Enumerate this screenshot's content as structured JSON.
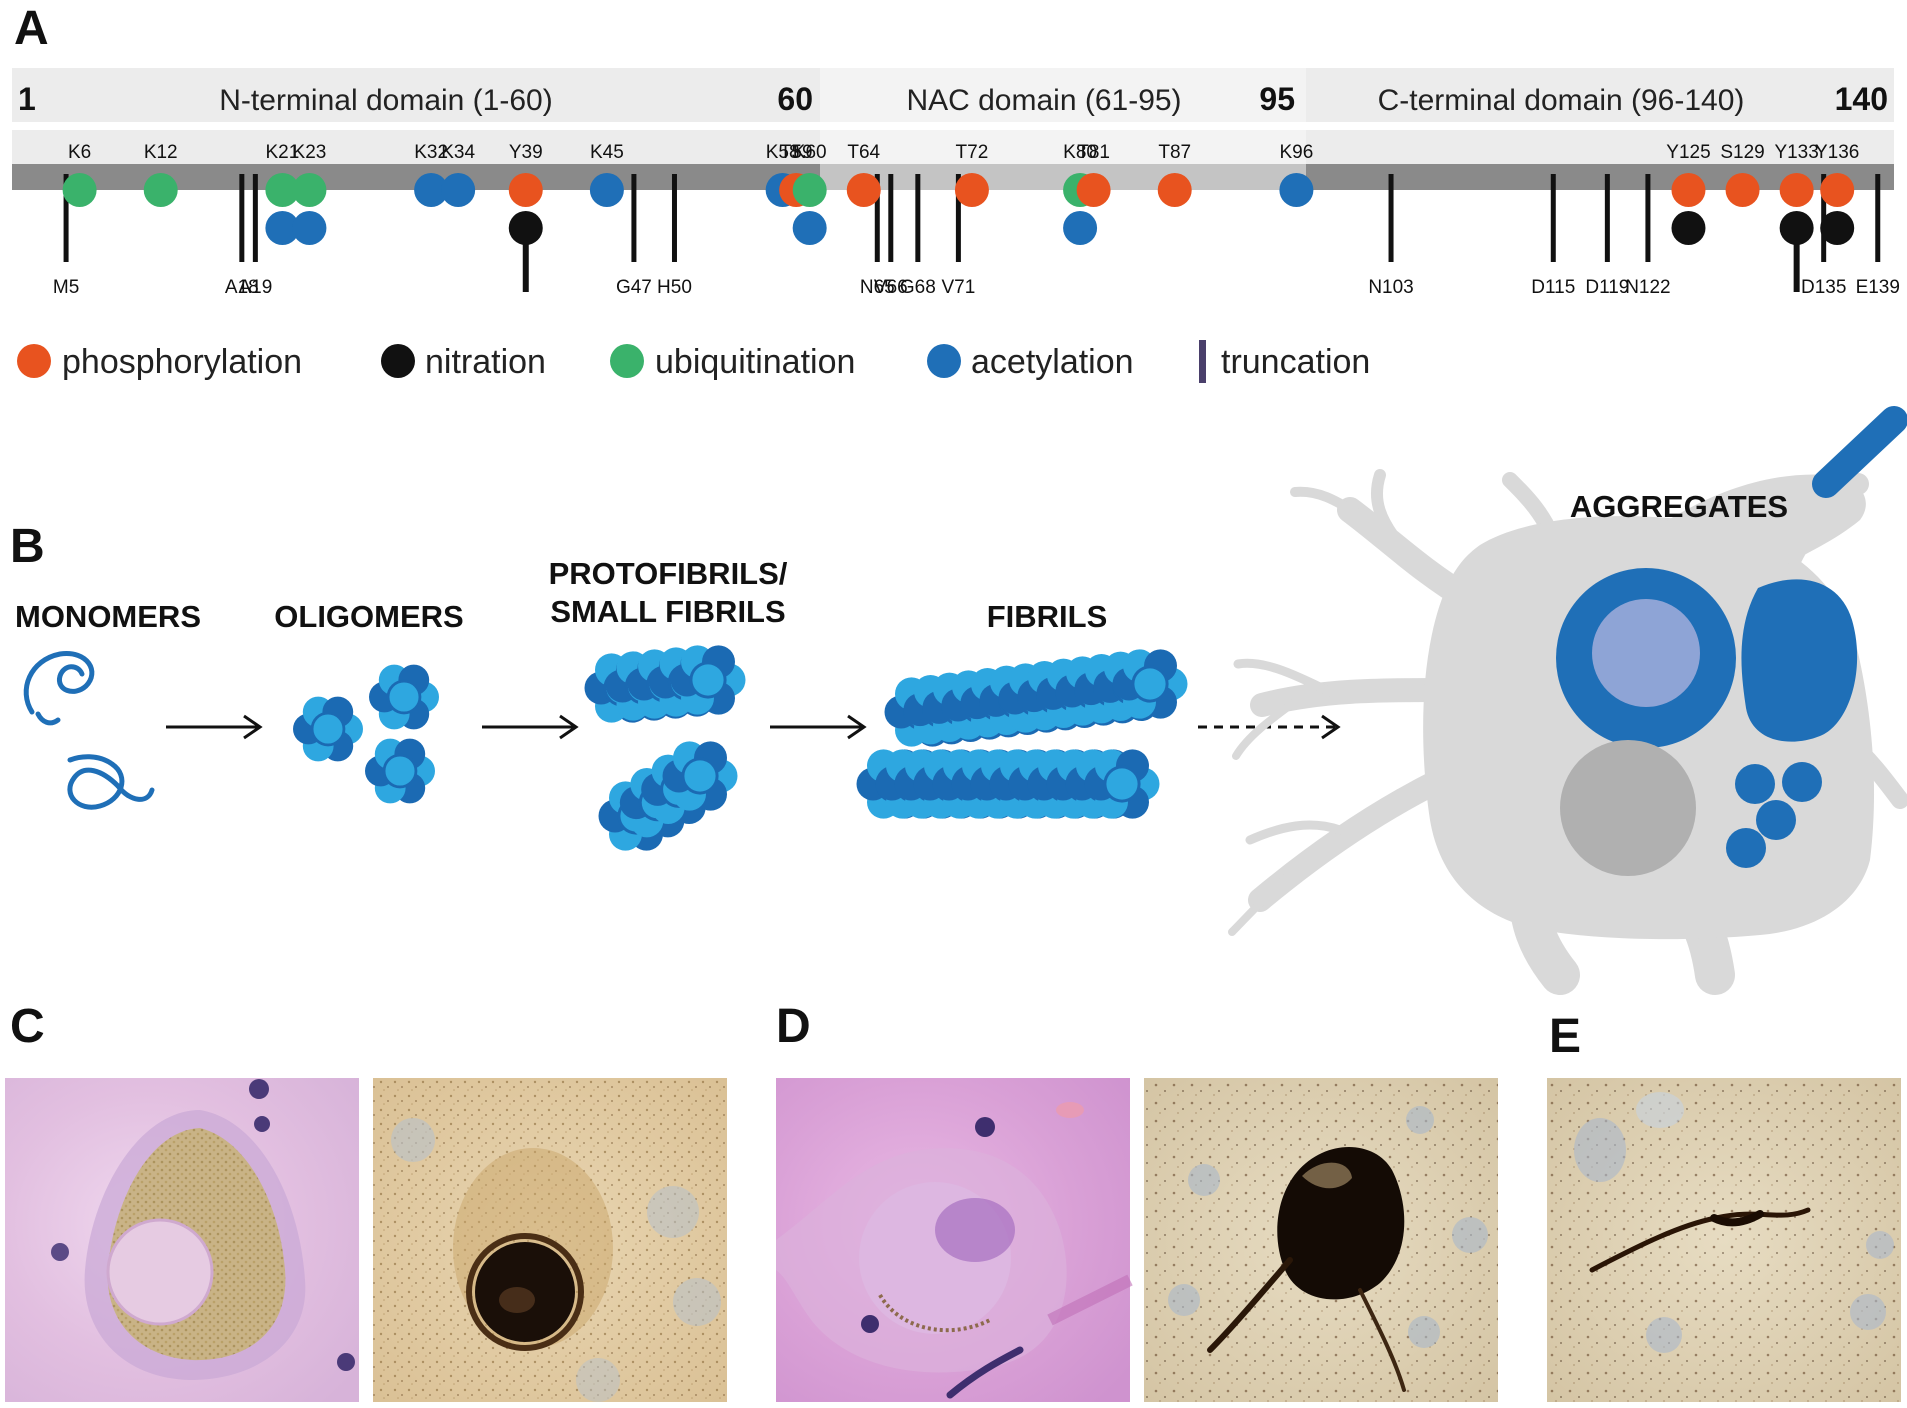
{
  "panels": {
    "a": "A",
    "b": "B",
    "c": "C",
    "d": "D",
    "e": "E"
  },
  "colors": {
    "phosphorylation": "#e8531f",
    "nitration": "#111111",
    "ubiquitination": "#3ab26b",
    "acetylation": "#1f6fb7",
    "truncation": "#4a3f6b",
    "protein_light": "#2ea7e0",
    "protein_dark": "#1b6ab3",
    "neuron": "#d9d9d9"
  },
  "domains": [
    {
      "start": "1",
      "label": "N-terminal domain (1-60)",
      "end": "60"
    },
    {
      "label": "NAC domain (61-95)",
      "end": "95"
    },
    {
      "label": "C-terminal domain (96-140)",
      "end": "140"
    }
  ],
  "sites_top": [
    {
      "label": "K6",
      "residue": 6,
      "marks": [
        "ubiquitination"
      ]
    },
    {
      "label": "K12",
      "residue": 12,
      "marks": [
        "ubiquitination"
      ]
    },
    {
      "label": "K21",
      "residue": 21,
      "marks": [
        "ubiquitination",
        "acetylation"
      ]
    },
    {
      "label": "K23",
      "residue": 23,
      "marks": [
        "ubiquitination",
        "acetylation"
      ]
    },
    {
      "label": "K32",
      "residue": 32,
      "marks": [
        "acetylation"
      ]
    },
    {
      "label": "K34",
      "residue": 34,
      "marks": [
        "acetylation"
      ]
    },
    {
      "label": "Y39",
      "residue": 39,
      "marks": [
        "phosphorylation",
        "nitration"
      ]
    },
    {
      "label": "K45",
      "residue": 45,
      "marks": [
        "acetylation"
      ]
    },
    {
      "label": "K58",
      "residue": 58,
      "marks": [
        "acetylation"
      ]
    },
    {
      "label": "T59",
      "residue": 59,
      "marks": [
        "phosphorylation"
      ]
    },
    {
      "label": "K60",
      "residue": 60,
      "marks": [
        "ubiquitination",
        "acetylation"
      ]
    },
    {
      "label": "T64",
      "residue": 64,
      "marks": [
        "phosphorylation"
      ]
    },
    {
      "label": "T72",
      "residue": 72,
      "marks": [
        "phosphorylation"
      ]
    },
    {
      "label": "K80",
      "residue": 80,
      "marks": [
        "ubiquitination",
        "acetylation"
      ]
    },
    {
      "label": "T81",
      "residue": 81,
      "marks": [
        "phosphorylation"
      ]
    },
    {
      "label": "T87",
      "residue": 87,
      "marks": [
        "phosphorylation"
      ]
    },
    {
      "label": "K96",
      "residue": 96,
      "marks": [
        "acetylation"
      ]
    },
    {
      "label": "Y125",
      "residue": 125,
      "marks": [
        "phosphorylation",
        "nitration"
      ]
    },
    {
      "label": "S129",
      "residue": 129,
      "marks": [
        "phosphorylation"
      ]
    },
    {
      "label": "Y133",
      "residue": 133,
      "marks": [
        "phosphorylation",
        "nitration"
      ]
    },
    {
      "label": "Y136",
      "residue": 136,
      "marks": [
        "phosphorylation",
        "nitration"
      ]
    }
  ],
  "truncations": [
    {
      "label": "M5",
      "residue": 5
    },
    {
      "label": "A18",
      "residue": 18
    },
    {
      "label": "A19",
      "residue": 19
    },
    {
      "label": "G47",
      "residue": 47
    },
    {
      "label": "H50",
      "residue": 50
    },
    {
      "label": "N65",
      "residue": 65
    },
    {
      "label": "V66",
      "residue": 66
    },
    {
      "label": "G68",
      "residue": 68
    },
    {
      "label": "V71",
      "residue": 71
    },
    {
      "label": "N103",
      "residue": 103
    },
    {
      "label": "D115",
      "residue": 115
    },
    {
      "label": "D119",
      "residue": 119
    },
    {
      "label": "N122",
      "residue": 122
    },
    {
      "label": "D135",
      "residue": 135
    },
    {
      "label": "E139",
      "residue": 139
    }
  ],
  "legend": [
    {
      "key": "phosphorylation",
      "label": "phosphorylation"
    },
    {
      "key": "nitration",
      "label": "nitration"
    },
    {
      "key": "ubiquitination",
      "label": "ubiquitination"
    },
    {
      "key": "acetylation",
      "label": "acetylation"
    },
    {
      "key": "truncation",
      "label": "truncation"
    }
  ],
  "stages": {
    "monomers": "MONOMERS",
    "oligomers": "OLIGOMERS",
    "protofibrils_1": "PROTOFIBRILS/",
    "protofibrils_2": "SMALL FIBRILS",
    "fibrils": "FIBRILS",
    "aggregates": "AGGREGATES"
  }
}
